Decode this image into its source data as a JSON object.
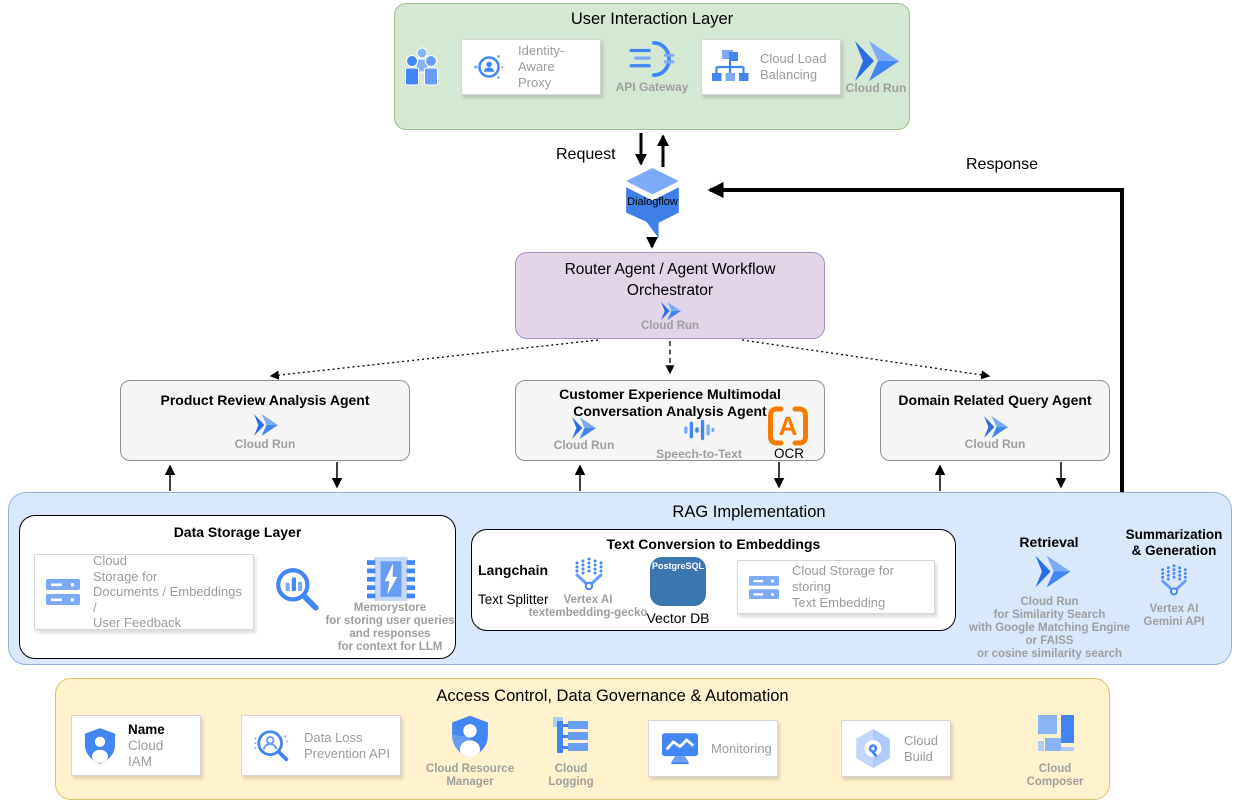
{
  "labels": {
    "request": "Request",
    "response": "Response"
  },
  "dialogflow": {
    "label": "Dialogflow"
  },
  "user_layer": {
    "title": "User Interaction Layer",
    "iap_lines": [
      "Identity-",
      "Aware",
      "Proxy"
    ],
    "api_gateway": "API Gateway",
    "clb_lines": [
      "Cloud Load",
      "Balancing"
    ],
    "cloud_run": "Cloud Run"
  },
  "router": {
    "title1": "Router Agent / Agent Workflow",
    "title2": "Orchestrator",
    "cloud_run": "Cloud Run"
  },
  "agents": {
    "left": {
      "title": "Product Review Analysis Agent",
      "cloud_run": "Cloud Run"
    },
    "middle": {
      "title1": "Customer Experience Multimodal",
      "title2": "Conversation Analysis Agent",
      "cloud_run": "Cloud Run",
      "speech": "Speech-to-Text",
      "ocr": "OCR"
    },
    "right": {
      "title": "Domain Related Query Agent",
      "cloud_run": "Cloud Run"
    }
  },
  "rag": {
    "title": "RAG Implementation",
    "data_storage": {
      "title": "Data Storage Layer",
      "storage_lines": [
        "Cloud",
        "Storage for",
        "Documents / Embeddings /",
        "User Feedback"
      ],
      "memorystore_lines": [
        "Memorystore",
        "for storing user queries",
        "and responses",
        "for context for LLM"
      ]
    },
    "text_conversion": {
      "title": "Text Conversion to Embeddings",
      "langchain": "Langchain",
      "text_splitter": "Text Splitter",
      "vertex_lines": [
        "Vertex AI",
        "textembedding-gecko"
      ],
      "postgres": "PostgreSQL",
      "vector_db": "Vector DB",
      "storage_lines": [
        "Cloud Storage for storing",
        "Text Embedding"
      ]
    },
    "retrieval": {
      "title": "Retrieval",
      "lines": [
        "Cloud Run",
        "for Similarity Search",
        "with Google Matching Engine",
        "or FAISS",
        "or cosine similarity search"
      ]
    },
    "summarization": {
      "title_lines": [
        "Summarization",
        "& Generation"
      ],
      "lines": [
        "Vertex AI",
        "Gemini API"
      ]
    }
  },
  "governance": {
    "title": "Access Control, Data Governance & Automation",
    "iam": {
      "name": "Name",
      "product": "Cloud IAM"
    },
    "dlp_lines": [
      "Data Loss",
      "Prevention API"
    ],
    "crm_lines": [
      "Cloud Resource",
      "Manager"
    ],
    "logging_lines": [
      "Cloud",
      "Logging"
    ],
    "monitoring": "Monitoring",
    "build_lines": [
      "Cloud",
      "Build"
    ],
    "composer_lines": [
      "Cloud",
      "Composer"
    ]
  },
  "icons": [
    "users-icon",
    "identity-aware-proxy-icon",
    "api-gateway-icon",
    "cloud-load-balancing-icon",
    "cloud-run-icon",
    "dialogflow-icon",
    "speech-to-text-icon",
    "ocr-icon",
    "cloud-storage-icon",
    "search-analytics-icon",
    "memorystore-icon",
    "vertex-ai-icon",
    "postgresql-icon",
    "cloud-iam-icon",
    "dlp-icon",
    "cloud-resource-manager-icon",
    "cloud-logging-icon",
    "monitoring-icon",
    "cloud-build-icon",
    "cloud-composer-icon"
  ],
  "colors": {
    "google_blue": "#4285f4",
    "light_blue": "#7baaf7",
    "pale_blue": "#aecbfa",
    "ocr_orange": "#f57c00",
    "green_fill": "#d5e8d4",
    "purple_fill": "#e1d5e7",
    "gray_fill": "#f5f5f5",
    "rag_fill": "#dae8fc",
    "yellow_fill": "#fff2cc",
    "caption_gray": "#9e9e9e"
  }
}
